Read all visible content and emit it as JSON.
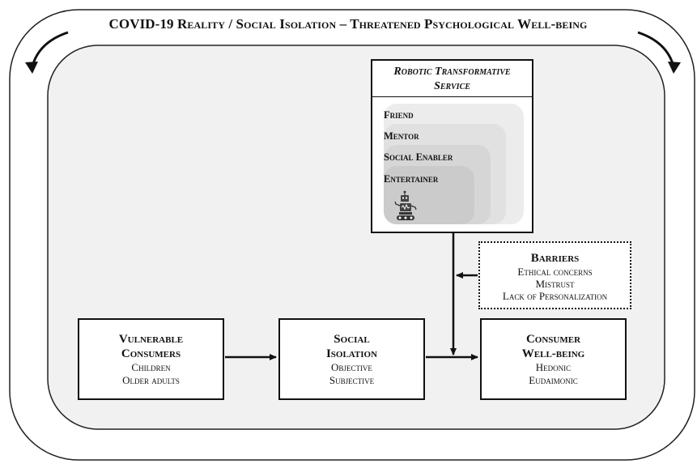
{
  "title": "COVID-19 Reality / Social Isolation – Threatened Psychological Well-being",
  "robotic_service": {
    "title_line1": "Robotic Transformative",
    "title_line2": "Service",
    "roles": [
      "Friend",
      "Mentor",
      "Social Enabler",
      "Entertainer"
    ]
  },
  "barriers": {
    "title": "Barriers",
    "items": [
      "Ethical concerns",
      "Mistrust",
      "Lack of Personalization"
    ]
  },
  "vulnerable_consumers": {
    "title_line1": "Vulnerable",
    "title_line2": "Consumers",
    "items": [
      "Children",
      "Older adults"
    ]
  },
  "social_isolation": {
    "title_line1": "Social",
    "title_line2": "Isolation",
    "items": [
      "Objective",
      "Subjective"
    ]
  },
  "consumer_wellbeing": {
    "title_line1": "Consumer",
    "title_line2": "Well-being",
    "items": [
      "Hedonic",
      "Eudaimonic"
    ]
  },
  "colors": {
    "outer_frame_fill": "#ffffff",
    "inner_frame_fill": "#f1f1f1",
    "line": "#111111",
    "layer_shades": [
      "#ececec",
      "#e1e1e1",
      "#d6d6d6",
      "#cbcbcb"
    ]
  },
  "icons": {
    "curved_arrows": "circular-arrow-icon",
    "robot": "robot-icon"
  }
}
